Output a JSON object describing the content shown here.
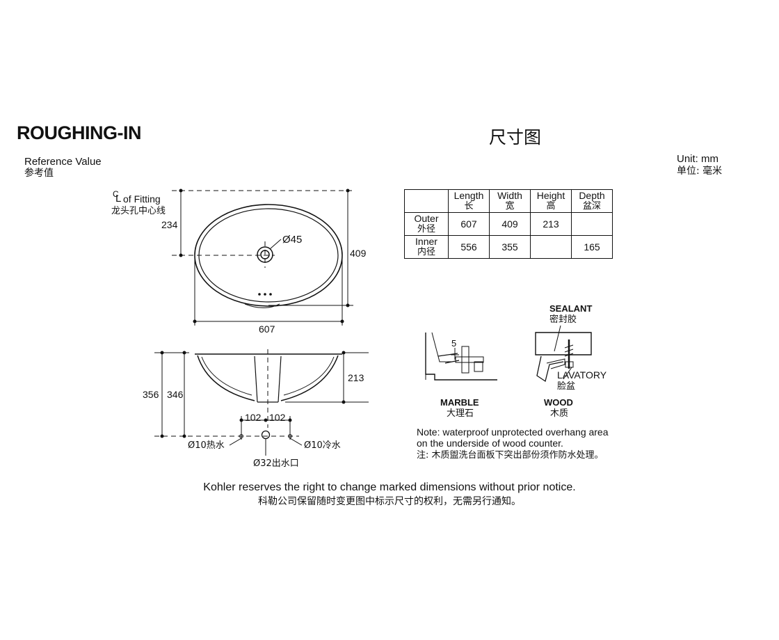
{
  "header": {
    "title_en": "ROUGHING-IN",
    "title_zh": "尺寸图",
    "reference_en": "Reference Value",
    "reference_zh": "参考值",
    "unit_en": "Unit: mm",
    "unit_zh": "单位: 毫米"
  },
  "top_view": {
    "centerline_label_en": "of Fitting",
    "centerline_symbol": "L",
    "centerline_label_zh": "龙头孔中心线",
    "dim_234": "234",
    "dim_409": "409",
    "dim_607": "607",
    "hole_diameter": "Ø45"
  },
  "side_view": {
    "dim_356": "356",
    "dim_346": "346",
    "dim_213": "213",
    "dim_102_left": "102",
    "dim_102_right": "102",
    "hot_water": "Ø10热水",
    "cold_water": "Ø10冷水",
    "drain_outlet": "Ø32出水口"
  },
  "table": {
    "headers": [
      {
        "en": "",
        "zh": ""
      },
      {
        "en": "Length",
        "zh": "长"
      },
      {
        "en": "Width",
        "zh": "宽"
      },
      {
        "en": "Height",
        "zh": "高"
      },
      {
        "en": "Depth",
        "zh": "盆深"
      }
    ],
    "rows": [
      {
        "label_en": "Outer",
        "label_zh": "外径",
        "values": [
          "607",
          "409",
          "213",
          ""
        ]
      },
      {
        "label_en": "Inner",
        "label_zh": "内径",
        "values": [
          "556",
          "355",
          "",
          "165"
        ]
      }
    ]
  },
  "installation": {
    "marble_dim": "5",
    "marble_en": "MARBLE",
    "marble_zh": "大理石",
    "sealant_en": "SEALANT",
    "sealant_zh": "密封胶",
    "lavatory_en": "LAVATORY",
    "lavatory_zh": "脸盆",
    "wood_en": "WOOD",
    "wood_zh": "木质",
    "note_line1": "Note: waterproof unprotected overhang area",
    "note_line2": "on the underside of wood counter.",
    "note_line3": "注:  木质盥洗台面板下突出部份须作防水处理。"
  },
  "footer": {
    "notice_en": "Kohler reserves the right to change marked dimensions without prior notice.",
    "notice_zh": "科勒公司保留随时变更图中标示尺寸的权利，无需另行通知。"
  }
}
